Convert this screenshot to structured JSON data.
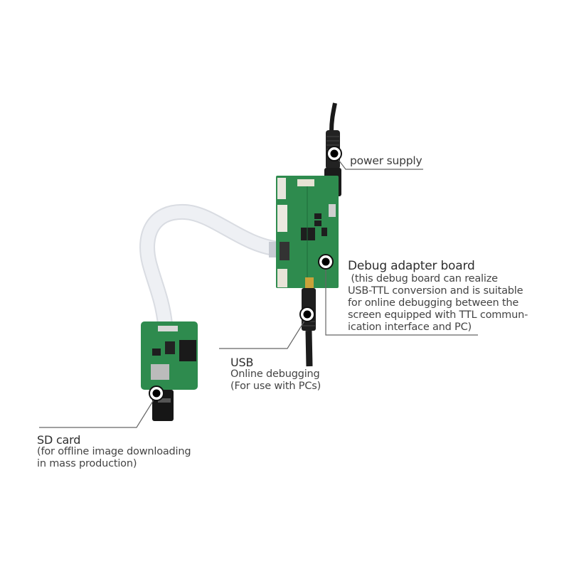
{
  "callouts": {
    "power": {
      "title": "power supply"
    },
    "debug_board": {
      "title": "Debug adapter board",
      "description": [
        " (this debug board can realize",
        "USB-TTL conversion and is suitable",
        "for online debugging between the",
        "screen equipped with TTL commun-",
        "ication interface and PC)"
      ]
    },
    "usb": {
      "title": "USB",
      "description": [
        "Online debugging",
        "(For use with PCs)"
      ]
    },
    "sd_card": {
      "title": "SD card",
      "description": [
        "(for offline image downloading",
        "in mass production)"
      ]
    }
  },
  "colors": {
    "pcb_green": "#2e8b4e",
    "pcb_dark": "#1f6b3a",
    "cable_black": "#1a1a1a",
    "ribbon": "#e6e8ec",
    "leader_line": "#555555",
    "marker_outer": "#ffffff",
    "marker_inner": "#000000"
  }
}
